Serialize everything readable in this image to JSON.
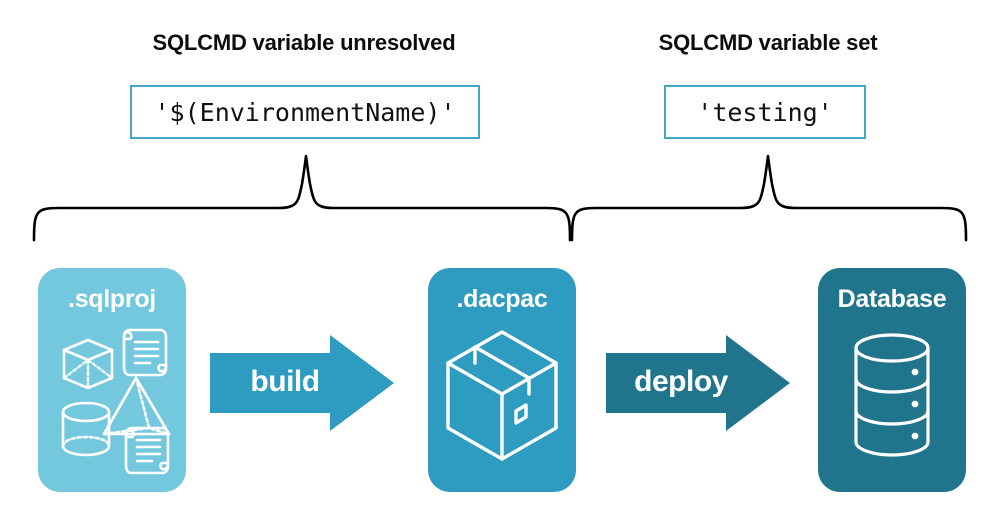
{
  "diagram": {
    "type": "flow-diagram",
    "background_color": "#ffffff",
    "sections": [
      {
        "id": "left",
        "title": "SQLCMD variable unresolved",
        "code_value": "'$(EnvironmentName)'",
        "spans": [
          "sqlproj",
          "build",
          "dacpac"
        ]
      },
      {
        "id": "right",
        "title": "SQLCMD variable set",
        "code_value": "'testing'",
        "spans": [
          "dacpac",
          "deploy",
          "database"
        ]
      }
    ],
    "artifacts": [
      {
        "id": "sqlproj",
        "label": ".sqlproj",
        "color": "#74C8DE",
        "icons": [
          "cube-icon",
          "scroll-icon",
          "pyramid-icon",
          "cylinder-icon",
          "scroll-icon"
        ]
      },
      {
        "id": "dacpac",
        "label": ".dacpac",
        "color": "#2D9CC0",
        "icons": [
          "package-box-icon"
        ]
      },
      {
        "id": "database",
        "label": "Database",
        "color": "#20748C",
        "icons": [
          "database-cylinder-icon"
        ]
      }
    ],
    "arrows": [
      {
        "id": "build",
        "label": "build",
        "color": "#2D9CC0"
      },
      {
        "id": "deploy",
        "label": "deploy",
        "color": "#20748C"
      }
    ],
    "colors": {
      "light_blue": "#74C8DE",
      "mid_blue": "#2D9CC0",
      "dark_teal": "#20748C",
      "box_border": "#46A7C4",
      "brace_stroke": "#000000",
      "text_dark": "#0d0d0d",
      "text_light": "#ffffff"
    }
  }
}
